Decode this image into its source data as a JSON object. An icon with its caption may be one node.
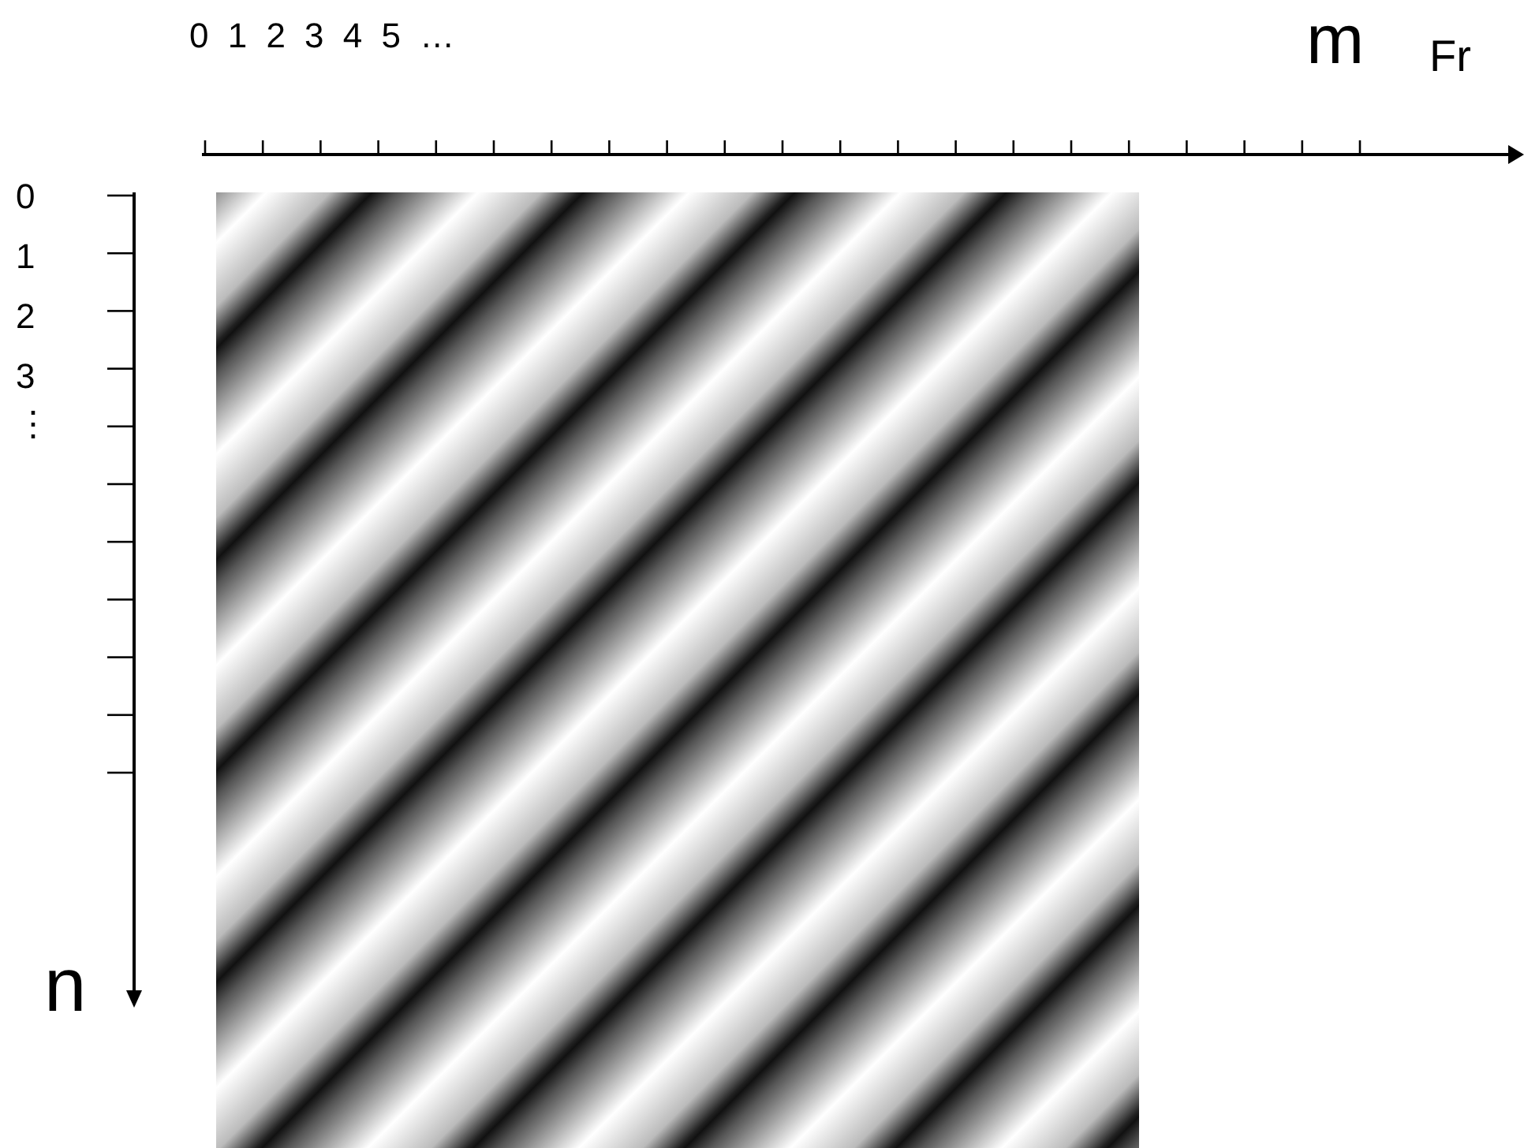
{
  "diagram": {
    "labels": [
      "0 1 2 3 4 5 …",
      "m",
      "Fr",
      "0",
      "1",
      "2",
      "3",
      "⋮",
      "n"
    ]
  }
}
